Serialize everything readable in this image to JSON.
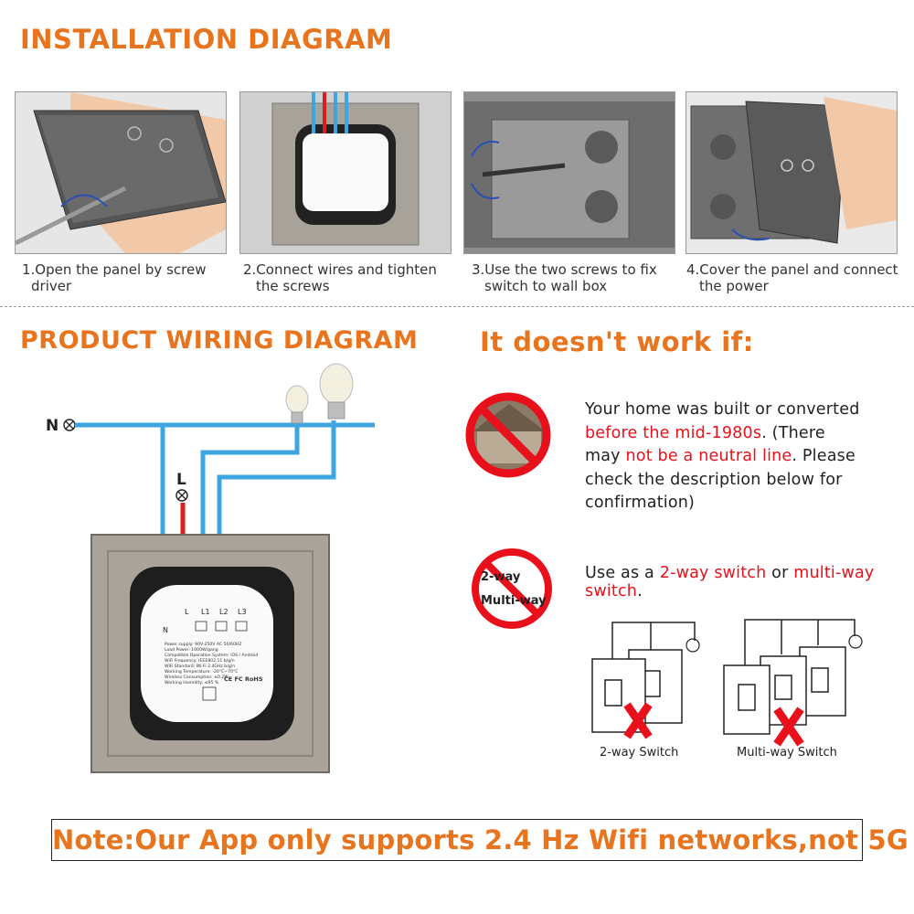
{
  "installation": {
    "title": "INSTALLATION DIAGRAM",
    "steps": [
      {
        "line1": "1.Open the panel by screw",
        "line2": "driver"
      },
      {
        "line1": "2.Connect wires and tighten",
        "line2": "the screws"
      },
      {
        "line1": "3.Use the two screws to fix",
        "line2": "switch to wall box"
      },
      {
        "line1": "4.Cover the panel and connect",
        "line2": "the power"
      }
    ]
  },
  "wiring": {
    "title": "PRODUCT WIRING DIAGRAM",
    "n_label": "N",
    "l_label": "L",
    "terminals": [
      "N",
      "L",
      "L1",
      "L2",
      "L3"
    ],
    "spec_lines": [
      "Power supply: 90V-250V AC  50/60HZ",
      "Load Power: 1000W/gang",
      "Compatible Operation System: iOS / Android",
      "WiFi Frequency: IEEE802.11 b/g/n",
      "WiFi Standard: Wi-Fi 2.4GHz b/g/n",
      "Working Temperature: -20°C~70°C",
      "Wireless Consumption: ≤0.2W",
      "Working Humidity: ≤95 %"
    ],
    "cert": "CE FC RoHS"
  },
  "warning": {
    "title": "It doesn't work if:",
    "item1": {
      "t1": "Your home was built or converted",
      "t2_red": "before the mid-1980s",
      "t2_rest": ". (There",
      "t3_pre": "may ",
      "t3_red": "not be a neutral line",
      "t3_rest": ". Please",
      "t4": "check the description below for",
      "t5": "confirmation)"
    },
    "item2": {
      "pre": "Use as a ",
      "red1": "2-way switch",
      "mid": " or ",
      "red2": "multi-way",
      "red3": "switch",
      "end": "."
    },
    "sign_2way": "2-way",
    "sign_multi": "Multi-way",
    "label_2way": "2-way Switch",
    "label_multi": "Multi-way Switch"
  },
  "note": {
    "text": "Note:Our App only supports 2.4 Hz Wifi networks,not 5G"
  },
  "colors": {
    "accent": "#e8741e",
    "red": "#e8111b",
    "wire_blue": "#3da5e0",
    "wire_red": "#d81e1e"
  }
}
